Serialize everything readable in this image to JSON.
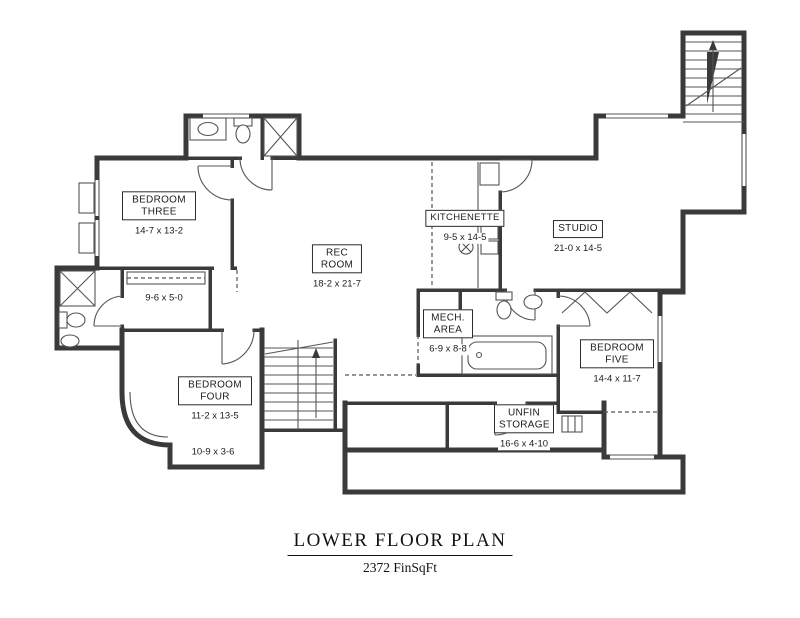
{
  "plan": {
    "title": "LOWER FLOOR PLAN",
    "subtitle": "2372 FinSqFt",
    "rooms": [
      {
        "id": "bedroom-three",
        "name": "BEDROOM THREE",
        "dims": "14-7 x 13-2"
      },
      {
        "id": "rec-room",
        "name": "REC ROOM",
        "dims": "18-2 x 21-7"
      },
      {
        "id": "kitchenette",
        "name": "KITCHENETTE",
        "dims": "9-5 x 14-5"
      },
      {
        "id": "studio",
        "name": "STUDIO",
        "dims": "21-0 x 14-5"
      },
      {
        "id": "mech-area",
        "name": "MECH. AREA",
        "dims": "6-9 x 8-8"
      },
      {
        "id": "bedroom-five",
        "name": "BEDROOM FIVE",
        "dims": "14-4 x 11-7"
      },
      {
        "id": "bedroom-four",
        "name": "BEDROOM FOUR",
        "dims": "11-2 x 13-5"
      },
      {
        "id": "unfin-storage",
        "name": "UNFIN STORAGE",
        "dims": "16-6 x 4-10"
      }
    ],
    "unboxed_dims": [
      {
        "id": "closet-area",
        "dims": "9-6 x 5-0"
      },
      {
        "id": "bay-area",
        "dims": "10-9 x 3-6"
      }
    ],
    "colors": {
      "wall": "#3a3a3a",
      "line": "#555555",
      "background": "#ffffff"
    }
  }
}
